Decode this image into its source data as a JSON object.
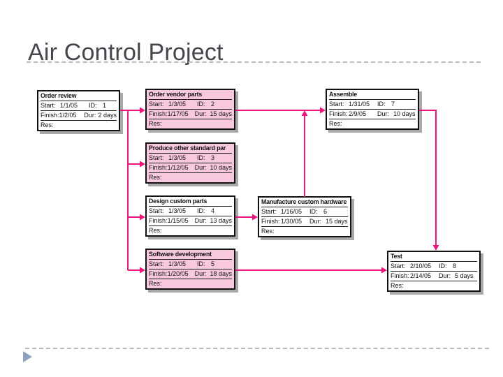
{
  "slide": {
    "title": "Air Control Project"
  },
  "labels": {
    "start": "Start:",
    "id": "ID:",
    "finish": "Finish:",
    "dur": "Dur:",
    "res": "Res:"
  },
  "tasks": [
    {
      "name": "Order review",
      "start": "1/1/05",
      "id": "1",
      "finish": "1/2/05",
      "dur": "2 days",
      "res": "",
      "highlighted": false
    },
    {
      "name": "Order vendor parts",
      "start": "1/3/05",
      "id": "2",
      "finish": "1/17/05",
      "dur": "15 days",
      "res": "",
      "highlighted": true
    },
    {
      "name": "Assemble",
      "start": "1/31/05",
      "id": "7",
      "finish": "2/9/05",
      "dur": "10 days",
      "res": "",
      "highlighted": false
    },
    {
      "name": "Produce other standard par",
      "start": "1/3/05",
      "id": "3",
      "finish": "1/12/05",
      "dur": "10 days",
      "res": "",
      "highlighted": true
    },
    {
      "name": "Design custom parts",
      "start": "1/3/05",
      "id": "4",
      "finish": "1/15/05",
      "dur": "13 days",
      "res": "",
      "highlighted": false
    },
    {
      "name": "Manufacture custom hardware",
      "start": "1/16/05",
      "id": "6",
      "finish": "1/30/05",
      "dur": "15 days",
      "res": "",
      "highlighted": false
    },
    {
      "name": "Software development",
      "start": "1/3/05",
      "id": "5",
      "finish": "1/20/05",
      "dur": "18 days",
      "res": "",
      "highlighted": true
    },
    {
      "name": "Test",
      "start": "2/10/05",
      "id": "8",
      "finish": "2/14/05",
      "dur": "5 days",
      "res": "",
      "highlighted": false
    }
  ],
  "connections": [
    {
      "from": "1",
      "to": "2"
    },
    {
      "from": "1",
      "to": "3"
    },
    {
      "from": "1",
      "to": "4"
    },
    {
      "from": "1",
      "to": "5"
    },
    {
      "from": "2",
      "to": "7"
    },
    {
      "from": "6",
      "to": "7"
    },
    {
      "from": "4",
      "to": "6"
    },
    {
      "from": "5",
      "to": "8"
    },
    {
      "from": "7",
      "to": "8"
    }
  ],
  "colors": {
    "connector": "#ED147C",
    "highlight_fill": "#F8C9DE",
    "box_fill": "#FFFFFF",
    "box_border": "#111111",
    "shadow": "#A9A9A9",
    "title_text": "#45454D",
    "divider": "#B5BABE",
    "footer_arrow": "#8FA4BC"
  }
}
